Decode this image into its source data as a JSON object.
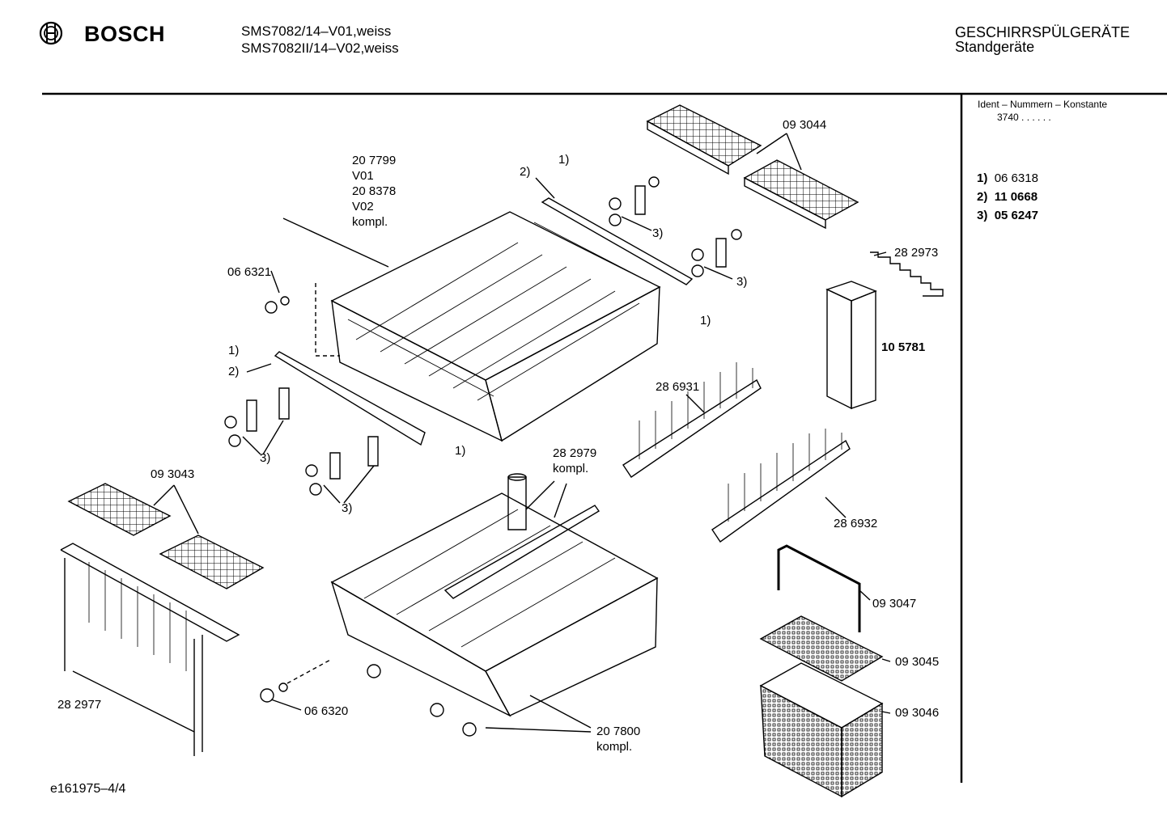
{
  "header": {
    "brand": "BOSCH",
    "model_line_1": "SMS7082/14–V01,weiss",
    "model_line_2": "SMS7082II/14–V02,weiss",
    "category_line_1": "GESCHIRRSPÜLGERÄTE",
    "category_line_2": "Standgeräte"
  },
  "sidebar": {
    "ident_label": "Ident – Nummern – Konstante",
    "ident_value": "3740  .  .    .  .  .  .",
    "legend": [
      {
        "key": "1)",
        "value": "06 6318"
      },
      {
        "key": "2)",
        "value": "11 0668"
      },
      {
        "key": "3)",
        "value": "05 6247"
      }
    ]
  },
  "parts": {
    "upper_basket": {
      "lines": [
        "20 7799",
        "V01",
        "20 8378",
        "V02",
        "kompl."
      ]
    },
    "tine_rack_top": "09 3044",
    "spike_strip": "28 2973",
    "cutlery_tube": "10 5781",
    "roller_left": "06 6321",
    "roller_lower": "06 6320",
    "spray_arm": {
      "lines": [
        "28 2979",
        "kompl."
      ]
    },
    "tine_row_1": "28 6931",
    "tine_row_2": "28 6932",
    "small_rack": "09 3043",
    "cup_rack": "28 2977",
    "handle": "09 3047",
    "grid_insert": "09 3045",
    "cutlery_basket": "09 3046",
    "lower_basket": {
      "lines": [
        "20 7800",
        "kompl."
      ]
    },
    "ref_1": "1)",
    "ref_2": "2)",
    "ref_3": "3)"
  },
  "footer": {
    "doc_id": "e161975–4/4"
  }
}
